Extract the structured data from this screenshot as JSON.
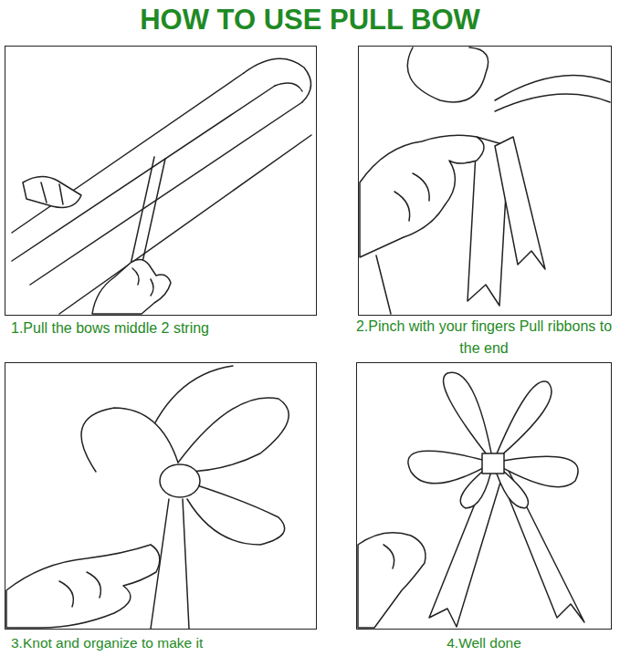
{
  "diagram": {
    "title": "HOW TO USE PULL BOW",
    "nodes": [
      {
        "text": [
          "1.Pull the bows middle 2 string"
        ]
      },
      {
        "text": [
          "2.Pinch with your fingers Pull ribbons to the end"
        ]
      },
      {
        "text": [
          "3.Knot and organize to make it"
        ]
      },
      {
        "text": [
          "4.Well done"
        ]
      }
    ]
  }
}
